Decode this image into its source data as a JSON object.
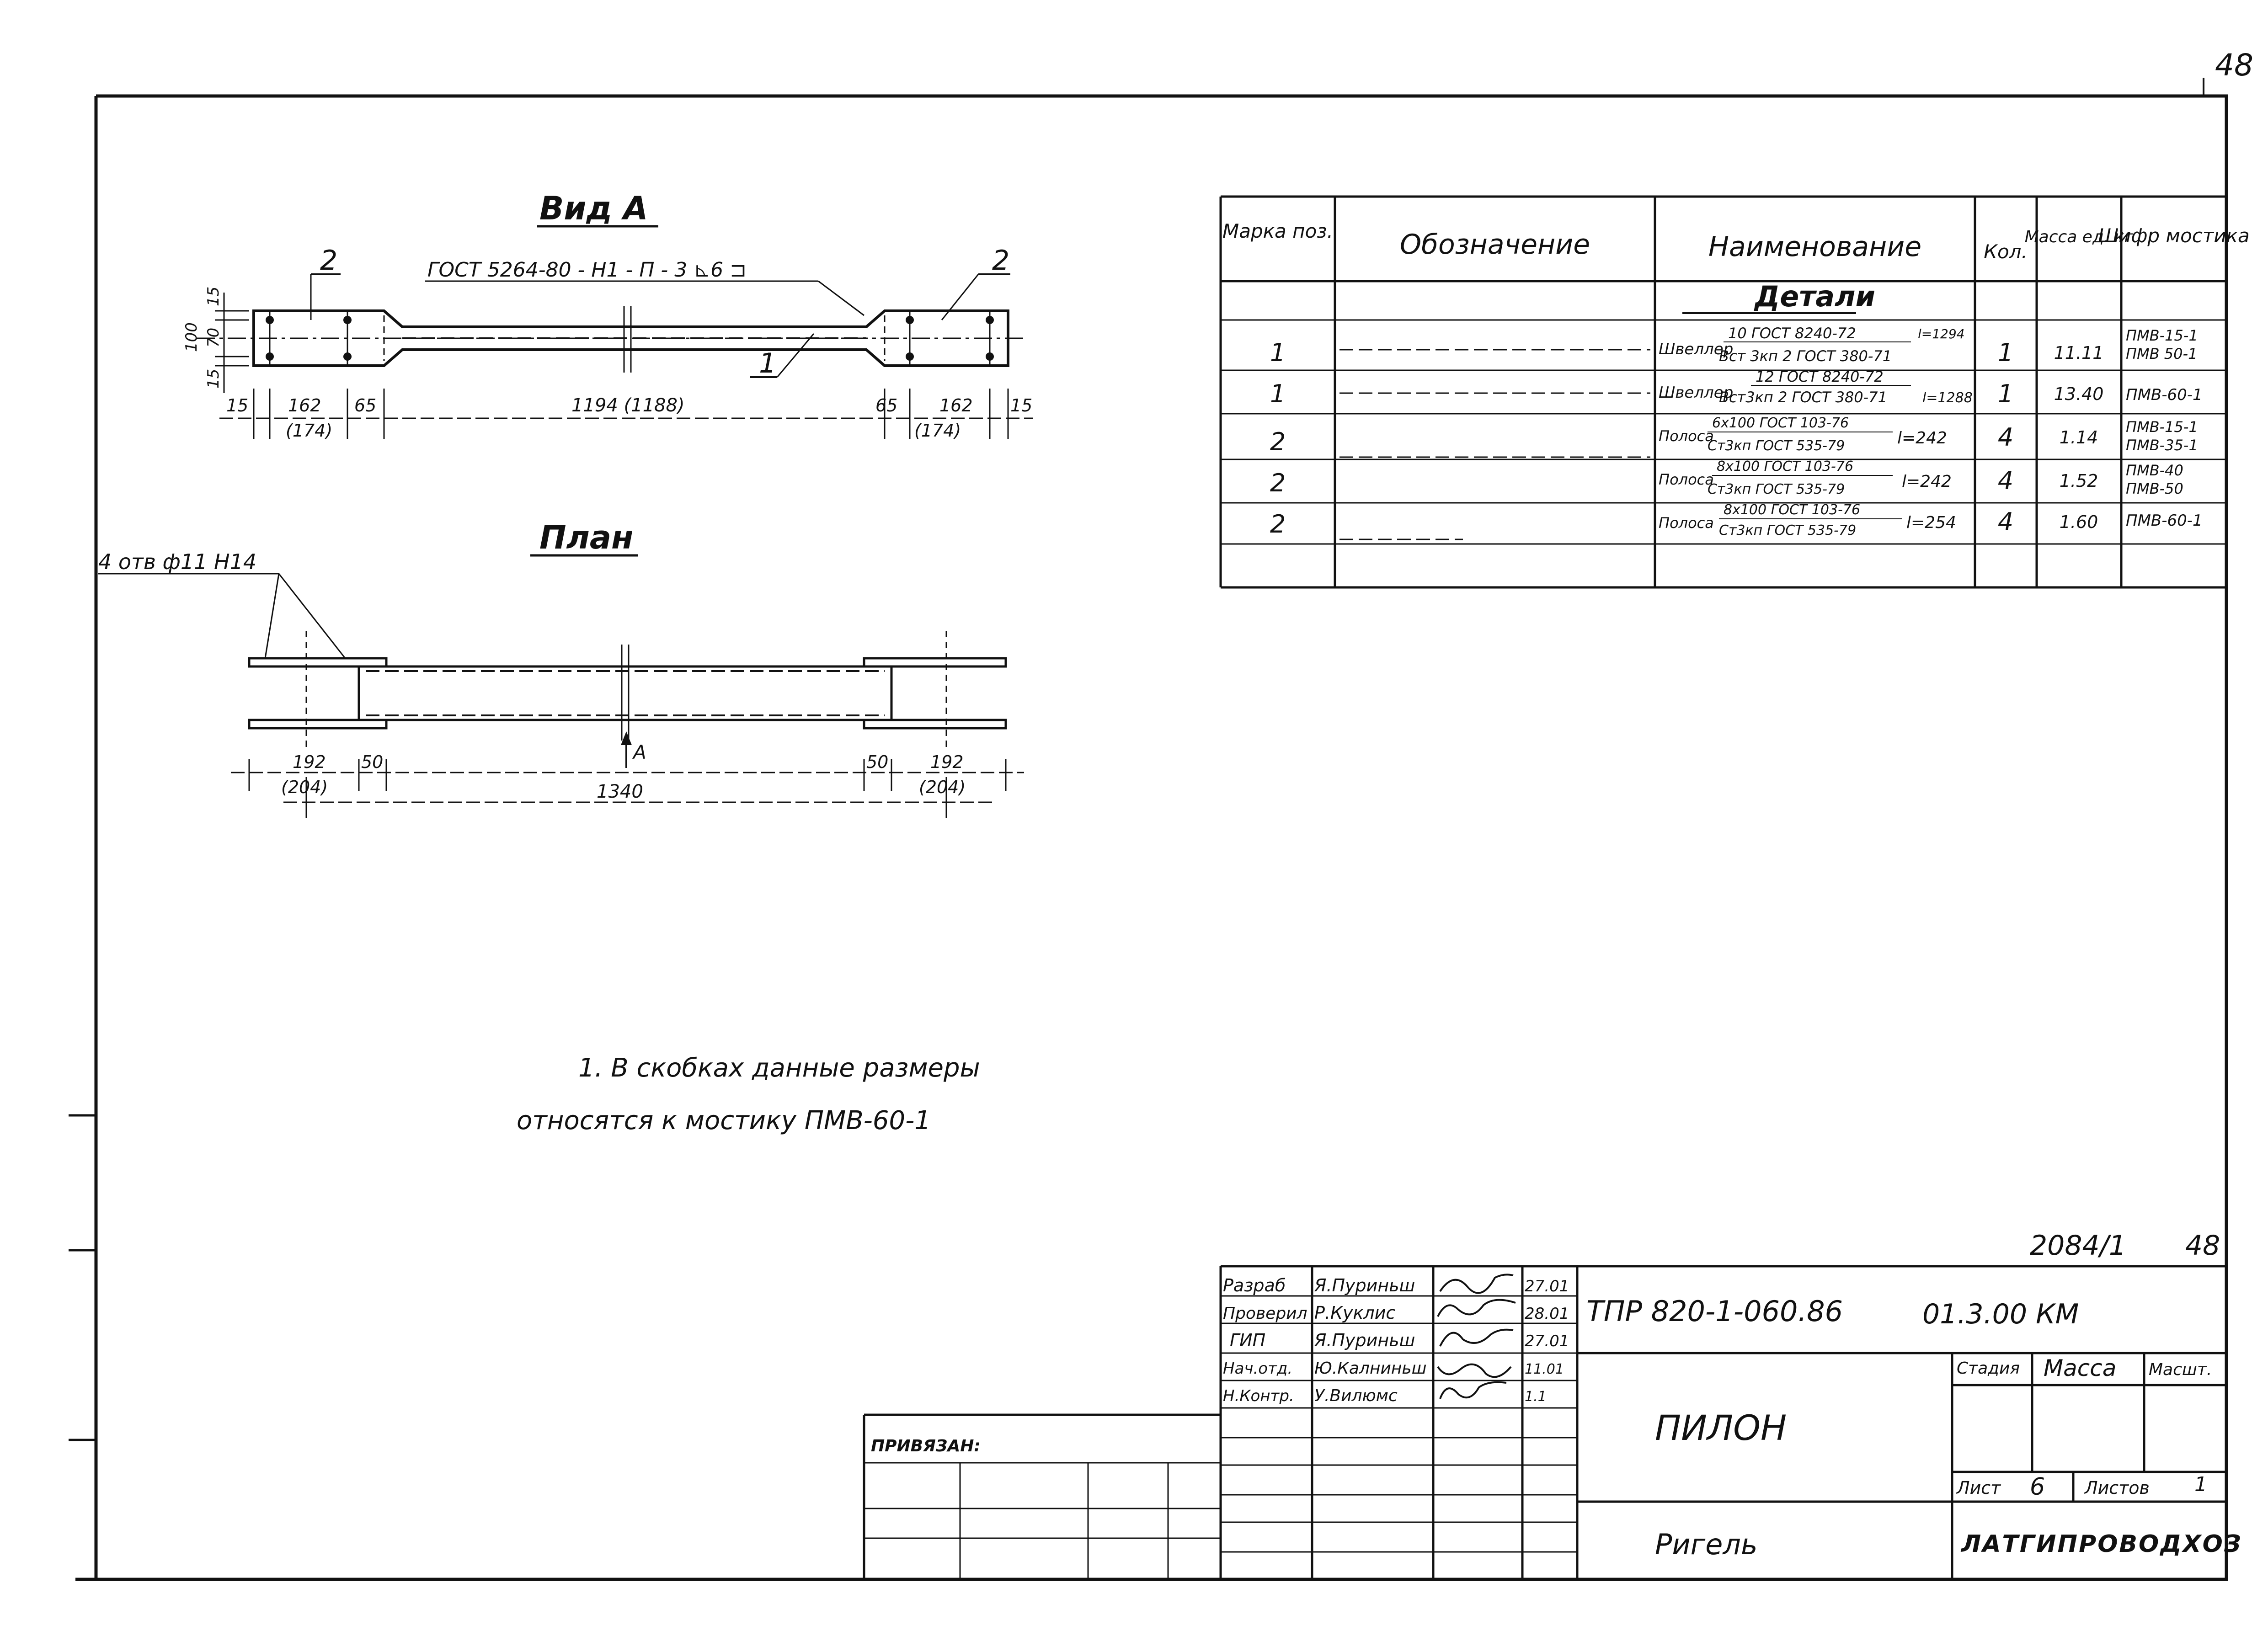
{
  "page_number": "48",
  "view_a": {
    "title": "Вид А",
    "mark_left": "2",
    "mark_right": "2",
    "mark_center": "1",
    "weld_note": "ГОСТ 5264-80 - Н1 - П - 3 ⊾6 ⊐",
    "dim_vertical": [
      "15",
      "70",
      "100",
      "15"
    ],
    "dims_bottom": [
      "15",
      "162",
      "(174)",
      "65",
      "1194 (1188)",
      "65",
      "162",
      "(174)",
      "15"
    ]
  },
  "plan": {
    "title": "План",
    "holes_note": "4 отв ф11 Н14",
    "section_mark": "А",
    "dims_bottom": [
      "192",
      "(204)",
      "50",
      "1340",
      "50",
      "192",
      "(204)"
    ]
  },
  "note": {
    "line1": "1. В скобках данные размеры",
    "line2": "относятся к мостику ПМВ-60-1"
  },
  "spec_table": {
    "headers": {
      "mark": "Марка поз.",
      "designation": "Обозначение",
      "name": "Наименование",
      "qty": "Кол.",
      "mass": "Масса ед. кг",
      "code": "Шифр мостика"
    },
    "section": "Детали",
    "rows": [
      {
        "mark": "1",
        "name_prefix": "Швеллер",
        "name_top": "10 ГОСТ 8240-72",
        "name_bottom": "Вст 3кп 2 ГОСТ 380-71",
        "length": "l=1294",
        "qty": "1",
        "mass": "11.11",
        "code_top": "ПМВ-15-1",
        "code_bottom": "ПМВ 50-1"
      },
      {
        "mark": "1",
        "name_prefix": "Швеллер",
        "name_top": "12 ГОСТ 8240-72",
        "name_bottom": "Вст3кп 2 ГОСТ 380-71",
        "length": "l=1288",
        "qty": "1",
        "mass": "13.40",
        "code_top": "ПМВ-60-1",
        "code_bottom": ""
      },
      {
        "mark": "2",
        "name_prefix": "Полоса",
        "name_top": "6х100 ГОСТ 103-76",
        "name_bottom": "Ст3кп ГОСТ 535-79",
        "length": "l=242",
        "qty": "4",
        "mass": "1.14",
        "code_top": "ПМВ-15-1",
        "code_bottom": "ПМВ-35-1"
      },
      {
        "mark": "2",
        "name_prefix": "Полоса",
        "name_top": "8х100 ГОСТ 103-76",
        "name_bottom": "Ст3кп ГОСТ 535-79",
        "length": "l=242",
        "qty": "4",
        "mass": "1.52",
        "code_top": "ПМВ-40",
        "code_bottom": "ПМВ-50"
      },
      {
        "mark": "2",
        "name_prefix": "Полоса",
        "name_top": "8х100 ГОСТ 103-76",
        "name_bottom": "Ст3кп ГОСТ 535-79",
        "length": "l=254",
        "qty": "4",
        "mass": "1.60",
        "code_top": "ПМВ-60-1",
        "code_bottom": ""
      }
    ]
  },
  "title_block": {
    "sheet_ref": "2084/1",
    "sheet_ref_num": "48",
    "doc_code": "ТПР 820-1-060.86",
    "doc_suffix": "01.3.00 КМ",
    "project": "ПИЛОН",
    "drawing_name": "Ригель",
    "organization": "ЛАТГИПРОВОДХОЗ",
    "stage_label": "Стадия",
    "mass_label": "Масса",
    "scale_label": "Масшт.",
    "sheet_label": "Лист",
    "sheet_value": "6",
    "sheets_label": "Листов",
    "sheets_value": "1",
    "attached_label": "ПРИВЯЗАН:",
    "signatures": [
      {
        "role": "Разраб",
        "name": "Я.Пуриньш",
        "date": "27.01"
      },
      {
        "role": "Проверил",
        "name": "Р.Куклис",
        "date": "28.01"
      },
      {
        "role": "ГИП",
        "name": "Я.Пуриньш",
        "date": "27.01"
      },
      {
        "role": "Нач.отд.",
        "name": "Ю.Калниньш",
        "date": "11.01"
      },
      {
        "role": "Н.Контр.",
        "name": "У.Вилюмс",
        "date": "1.1"
      }
    ]
  }
}
